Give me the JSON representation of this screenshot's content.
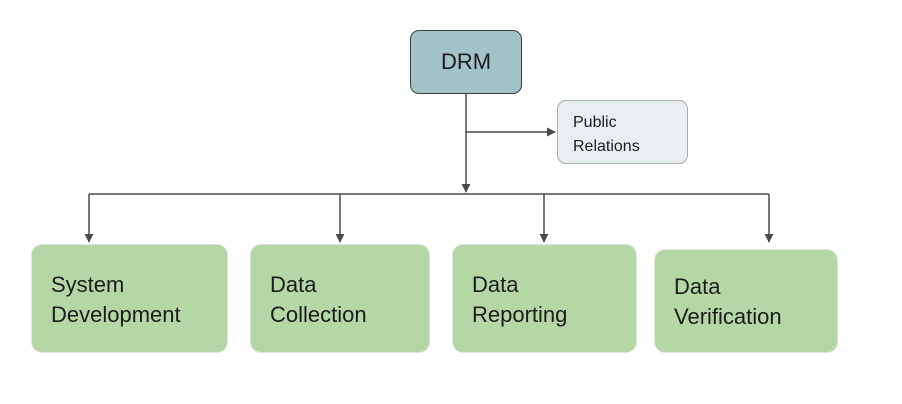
{
  "diagram": {
    "root": {
      "label": "DRM"
    },
    "side_node": {
      "lines": [
        "Public",
        "Relations"
      ]
    },
    "children": [
      {
        "lines": [
          "System",
          "Development"
        ]
      },
      {
        "lines": [
          "Data",
          "Collection"
        ]
      },
      {
        "lines": [
          "Data",
          "Reporting"
        ]
      },
      {
        "lines": [
          "Data",
          "Verification"
        ]
      }
    ],
    "colors": {
      "root_fill": "#a2c4c9",
      "side_fill": "#e9eef1",
      "child_fill": "#b5d7a5",
      "connector": "#4a4a4a"
    }
  }
}
